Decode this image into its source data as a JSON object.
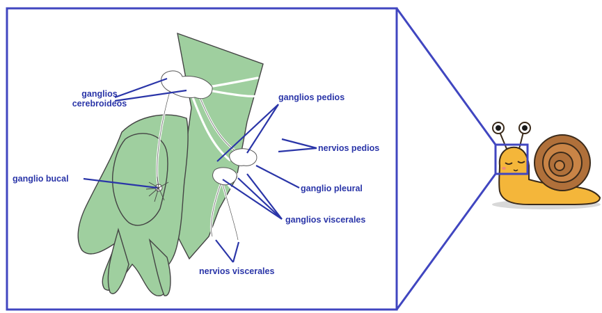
{
  "colors": {
    "frame": "#4046c0",
    "label": "#2a35a8",
    "body_fill": "#9fcf9f",
    "nerve": "#ffffff",
    "snail_body": "#f4b63a",
    "snail_shell": "#b0703a"
  },
  "labels": {
    "cerebral_line1": "ganglios",
    "cerebral_line2": "cerebroideos",
    "pedal_ganglia": "ganglios pedios",
    "pedal_nerves": "nervios pedios",
    "buccal_ganglion": "ganglio bucal",
    "pleural_ganglion": "ganglio pleural",
    "visceral_ganglia": "ganglios viscerales",
    "visceral_nerves": "nervios viscerales"
  }
}
